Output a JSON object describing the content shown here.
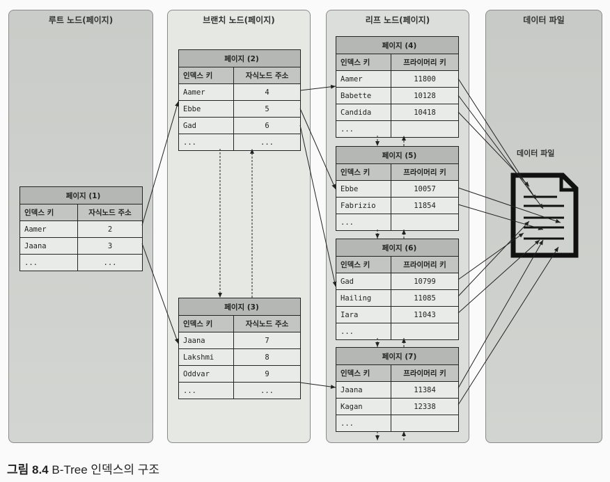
{
  "panels": {
    "root": "루트 노드(페이지)",
    "branch": "브랜치 노드(페이지)",
    "leaf": "리프 노드(페이지)",
    "data": "데이터 파일"
  },
  "data_file_label": "데이터 파일",
  "pages": [
    {
      "id": "page-1",
      "title": "페이지 (1)",
      "headers": [
        "인덱스 키",
        "자식노드 주소"
      ],
      "rows": [
        [
          "Aamer",
          "2"
        ],
        [
          "Jaana",
          "3"
        ],
        [
          "...",
          "..."
        ]
      ]
    },
    {
      "id": "page-2",
      "title": "페이지 (2)",
      "headers": [
        "인덱스 키",
        "자식노드 주소"
      ],
      "rows": [
        [
          "Aamer",
          "4"
        ],
        [
          "Ebbe",
          "5"
        ],
        [
          "Gad",
          "6"
        ],
        [
          "...",
          "..."
        ]
      ]
    },
    {
      "id": "page-3",
      "title": "페이지 (3)",
      "headers": [
        "인덱스 키",
        "자식노드 주소"
      ],
      "rows": [
        [
          "Jaana",
          "7"
        ],
        [
          "Lakshmi",
          "8"
        ],
        [
          "Oddvar",
          "9"
        ],
        [
          "...",
          "..."
        ]
      ]
    },
    {
      "id": "page-4",
      "title": "페이지 (4)",
      "headers": [
        "인덱스 키",
        "프라이머리 키"
      ],
      "rows": [
        [
          "Aamer",
          "11800"
        ],
        [
          "Babette",
          "10128"
        ],
        [
          "Candida",
          "10418"
        ],
        [
          "...",
          ""
        ]
      ]
    },
    {
      "id": "page-5",
      "title": "페이지 (5)",
      "headers": [
        "인덱스 키",
        "프라이머리 키"
      ],
      "rows": [
        [
          "Ebbe",
          "10057"
        ],
        [
          "Fabrizio",
          "11854"
        ],
        [
          "...",
          ""
        ]
      ]
    },
    {
      "id": "page-6",
      "title": "페이지 (6)",
      "headers": [
        "인덱스 키",
        "프라이머리 키"
      ],
      "rows": [
        [
          "Gad",
          "10799"
        ],
        [
          "Hailing",
          "11085"
        ],
        [
          "Iara",
          "11043"
        ],
        [
          "...",
          ""
        ]
      ]
    },
    {
      "id": "page-7",
      "title": "페이지 (7)",
      "headers": [
        "인덱스 키",
        "프라이머리 키"
      ],
      "rows": [
        [
          "Jaana",
          "11384"
        ],
        [
          "Kagan",
          "12338"
        ],
        [
          "...",
          ""
        ]
      ]
    }
  ],
  "caption": {
    "number": "그림 8.4",
    "text": " B-Tree 인덱스의 구조"
  },
  "colors": {
    "panel_root": "#c9ccc8",
    "panel_branch": "#e6e8e4",
    "panel_leaf": "#dcdedb",
    "panel_data": "#c8cac7"
  }
}
